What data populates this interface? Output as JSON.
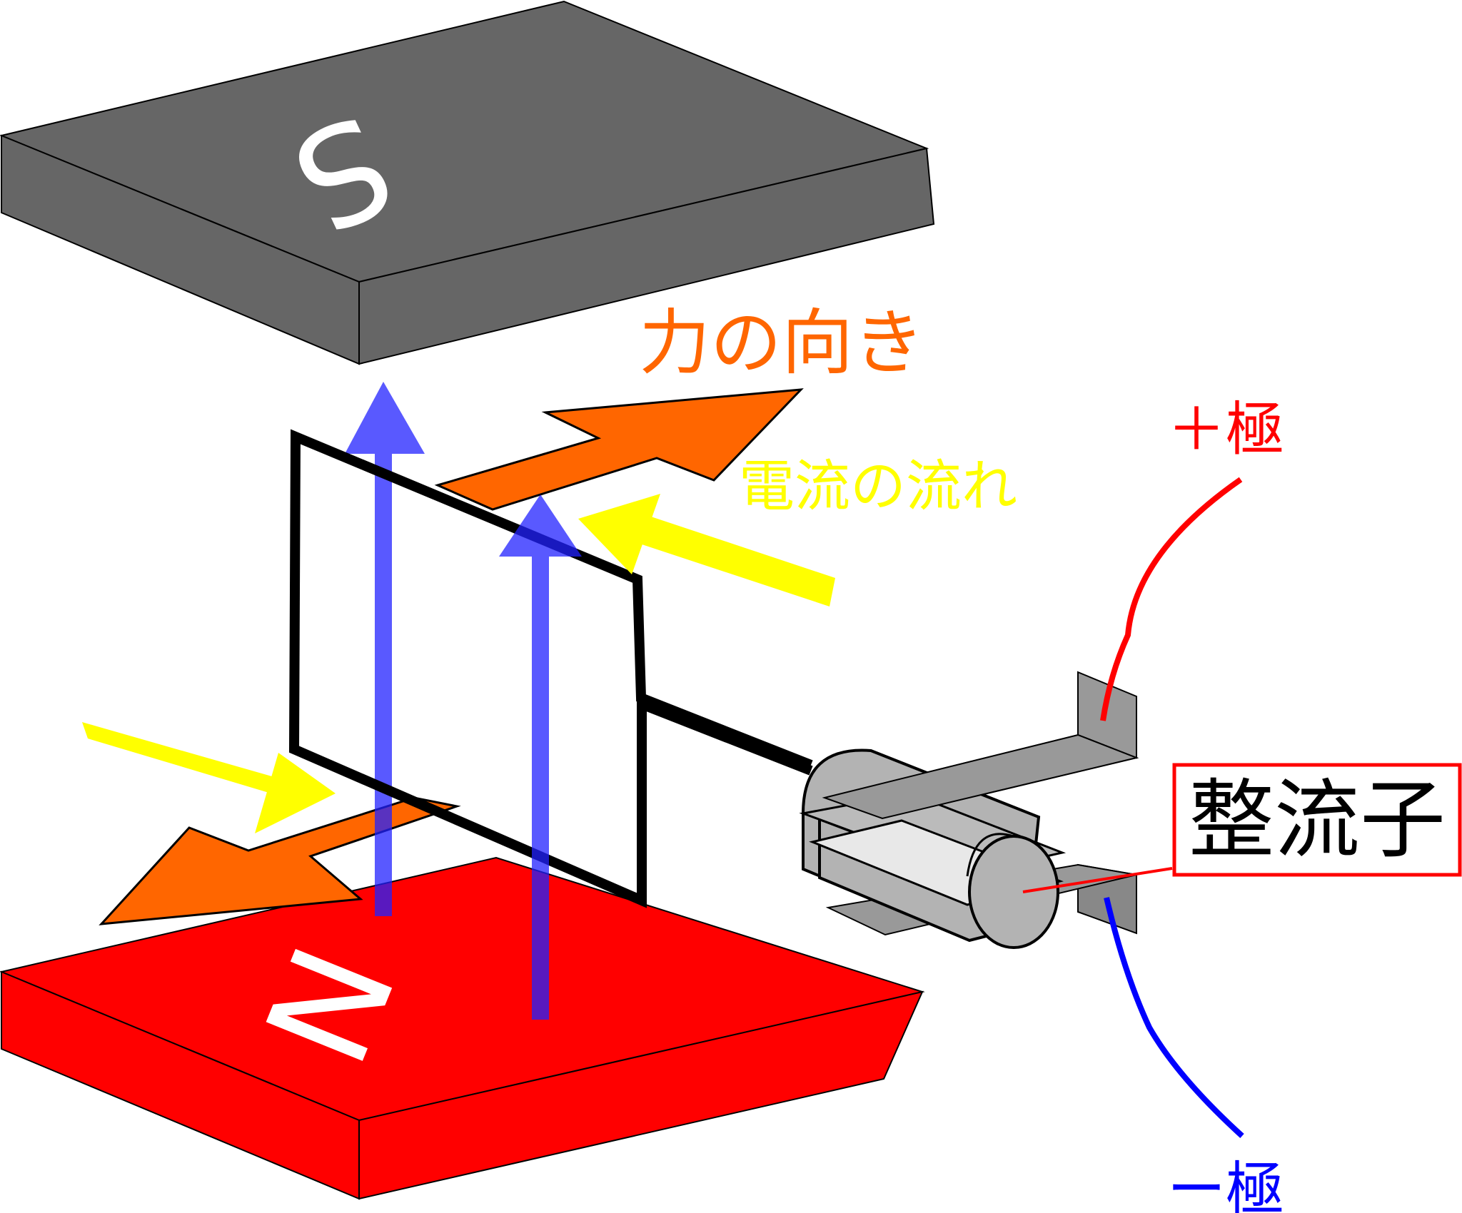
{
  "magnets": {
    "top": {
      "letter": "S",
      "color": "#666666"
    },
    "bottom": {
      "letter": "N",
      "color": "#ff0000"
    }
  },
  "labels": {
    "force": {
      "text": "力の向き",
      "color": "#ff6600"
    },
    "current": {
      "text": "電流の流れ",
      "color": "#ffff00"
    },
    "plus_pole": {
      "text": "＋極",
      "color": "#ff0000"
    },
    "minus_pole": {
      "text": "ー極",
      "color": "#0000ff"
    },
    "commutator": {
      "text": "整流子",
      "color": "#000000",
      "box_color": "#ff0000"
    }
  },
  "colors": {
    "field_arrow": "#5555ff",
    "force_arrow": "#ff6600",
    "current_arrow": "#ffff00",
    "coil": "#000000",
    "brush": "#999999",
    "commutator": "#b3b3b3"
  }
}
